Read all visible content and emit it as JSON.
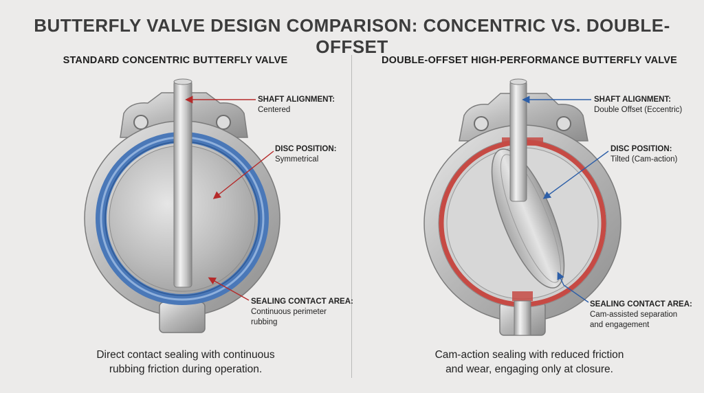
{
  "title": "BUTTERFLY VALVE DESIGN COMPARISON: CONCENTRIC VS. DOUBLE-OFFSET",
  "left": {
    "heading": "STANDARD CONCENTRIC BUTTERFLY VALVE",
    "callouts": [
      {
        "head": "SHAFT ALIGNMENT:",
        "text": [
          "Centered"
        ]
      },
      {
        "head": "DISC POSITION:",
        "text": [
          "Symmetrical"
        ]
      },
      {
        "head": "SEALING CONTACT AREA:",
        "text": [
          "Continuous perimeter",
          "rubbing"
        ]
      }
    ],
    "caption": [
      "Direct contact sealing with continuous",
      "rubbing friction during operation."
    ],
    "seal_color": "#4a78b8",
    "leader_color": "#b52a2a"
  },
  "right": {
    "heading": "DOUBLE-OFFSET HIGH-PERFORMANCE BUTTERFLY VALVE",
    "callouts": [
      {
        "head": "SHAFT ALIGNMENT:",
        "text": [
          "Double Offset (Eccentric)"
        ]
      },
      {
        "head": "DISC POSITION:",
        "text": [
          "Tilted (Cam-action)"
        ]
      },
      {
        "head": "SEALING CONTACT AREA:",
        "text": [
          "Cam-assisted separation",
          "and engagement"
        ]
      }
    ],
    "caption": [
      "Cam-action sealing with reduced friction",
      "and wear, engaging only at closure."
    ],
    "seal_color": "#c64a44",
    "leader_color": "#2d5fa8"
  }
}
